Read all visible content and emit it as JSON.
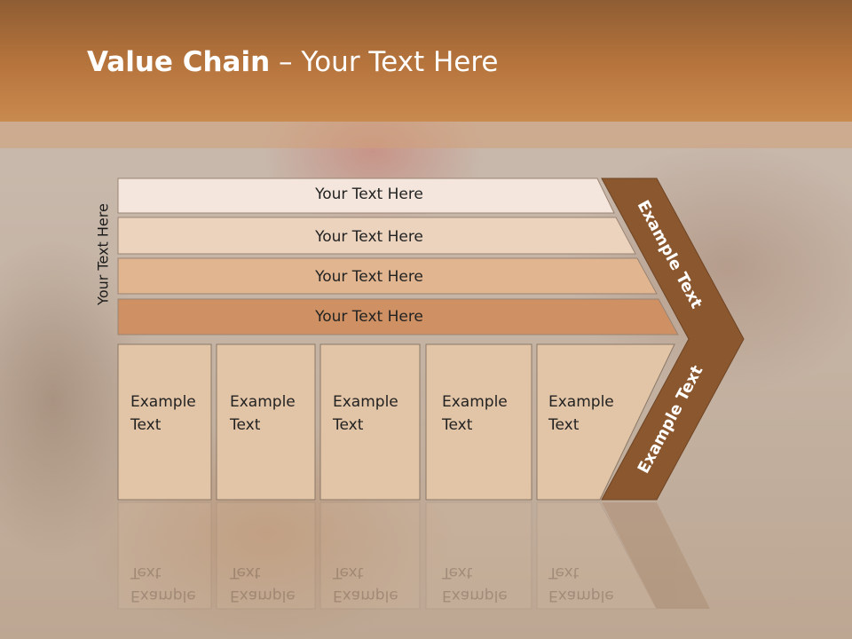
{
  "slide": {
    "title_bold": "Value Chain",
    "title_rest": " – Your Text Here",
    "side_label": "Your Text Here"
  },
  "rows": [
    {
      "label": "Your Text Here",
      "color": "#f4e6dc"
    },
    {
      "label": "Your Text Here",
      "color": "#ecd3bd"
    },
    {
      "label": "Your Text Here",
      "color": "#e0b58f"
    },
    {
      "label": "Your Text Here",
      "color": "#cf9163"
    }
  ],
  "boxes": [
    {
      "line1": "Example",
      "line2": "Text"
    },
    {
      "line1": "Example",
      "line2": "Text"
    },
    {
      "line1": "Example",
      "line2": "Text"
    },
    {
      "line1": "Example",
      "line2": "Text"
    },
    {
      "line1": "Example",
      "line2": "Text"
    }
  ],
  "chevron": {
    "upper_label": "Example Text",
    "lower_label": "Example Text",
    "color": "#8b572e"
  },
  "colors": {
    "header": "#b5733c",
    "box_fill": "#e2c4a6",
    "box_border": "#8a7868"
  }
}
